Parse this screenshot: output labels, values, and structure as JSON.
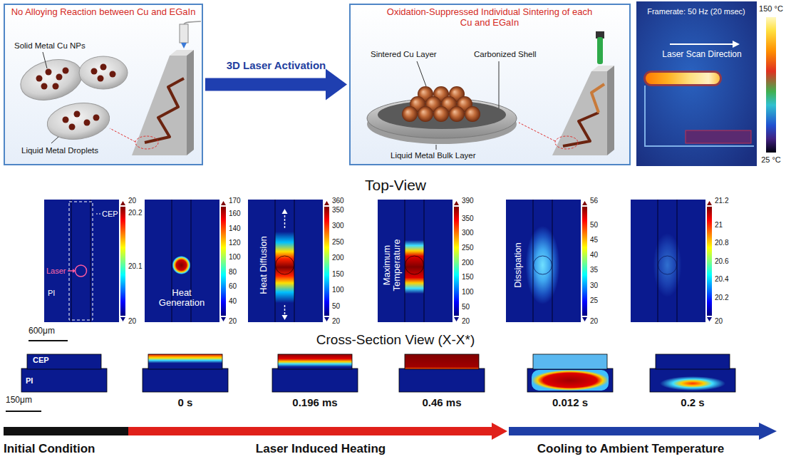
{
  "diagram": {
    "nodes": [
      {
        "text": [
          "No Alloying Reaction between Cu and EGaIn",
          "Solid Metal Cu NPs",
          "Liquid Metal Droplets"
        ]
      },
      {
        "text": [
          "Oxidation-Suppressed Individual Sintering of each Cu and EGaIn",
          "Sintered Cu Layer",
          "Carbonized Shell",
          "Liquid Metal Bulk Layer"
        ]
      },
      {
        "text": [
          "Framerate: 50 Hz (20 msec)",
          "Laser Scan Direction"
        ]
      }
    ],
    "edges": [
      {
        "from": 0,
        "to": 1,
        "label": "3D Laser Activation",
        "arrow": "to"
      }
    ],
    "labels": [
      "150 °C",
      "25 °C",
      "Top-View",
      "20",
      "20.2",
      "20.1",
      "20",
      "CEP",
      "Laser",
      "PI",
      "600μm",
      "170",
      "160",
      "140",
      "120",
      "100",
      "80",
      "60",
      "40",
      "20",
      "Heat Generation",
      "360",
      "350",
      "300",
      "250",
      "200",
      "150",
      "100",
      "50",
      "20",
      "Heat Diffusion",
      "390",
      "350",
      "300",
      "250",
      "200",
      "150",
      "100",
      "50",
      "20",
      "Maximum Temperature",
      "56",
      "50",
      "45",
      "40",
      "35",
      "30",
      "25",
      "20",
      "Dissipation",
      "21.2",
      "21",
      "20.8",
      "20.6",
      "20.4",
      "20.2",
      "20",
      "Cross-Section View (X-X*)",
      "CEP",
      "PI",
      "150μm",
      "0 s",
      "0.196 ms",
      "0.46 ms",
      "0.012 s",
      "0.2 s",
      "Initial Condition",
      "Laser Induced Heating",
      "Cooling to Ambient Temperature"
    ]
  }
}
